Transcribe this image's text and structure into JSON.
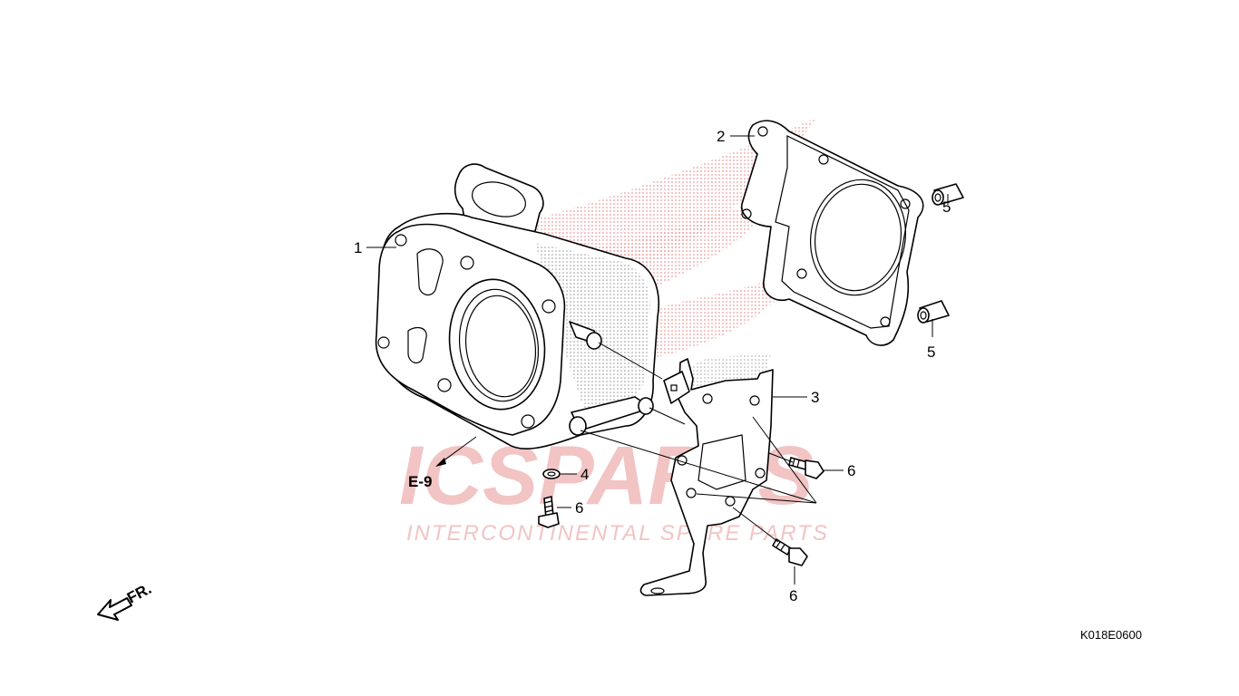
{
  "diagram": {
    "callouts": {
      "part_1": "1",
      "part_2": "2",
      "part_3": "3",
      "part_4": "4",
      "part_5a": "5",
      "part_5b": "5",
      "part_6a": "6",
      "part_6b": "6",
      "part_6c": "6"
    },
    "section_ref": "E-9",
    "direction_label": "FR.",
    "diagram_code": "K018E0600"
  },
  "watermark": {
    "brand": "ICSPARTS",
    "tagline": "INTERCONTINENTAL SPARE PARTS",
    "colors": {
      "logo": "#e64b4b",
      "text": "#f2c4c4"
    }
  }
}
